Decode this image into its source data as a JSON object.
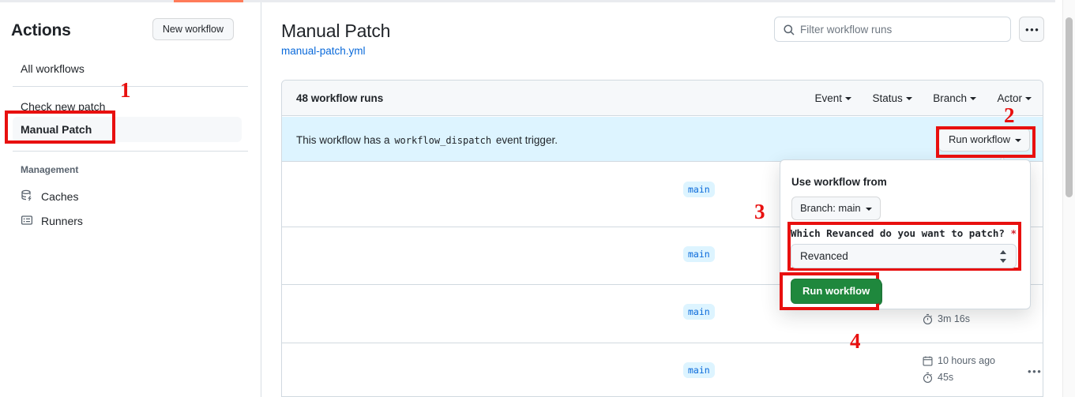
{
  "sidebar": {
    "title": "Actions",
    "new_workflow_label": "New workflow",
    "all_workflows_label": "All workflows",
    "workflows": [
      {
        "label": "Check new patch",
        "selected": false
      },
      {
        "label": "Manual Patch",
        "selected": true
      }
    ],
    "management_heading": "Management",
    "management_items": [
      {
        "label": "Caches",
        "icon": "cache-icon"
      },
      {
        "label": "Runners",
        "icon": "runners-icon"
      }
    ]
  },
  "main": {
    "page_title": "Manual Patch",
    "workflow_file": "manual-patch.yml",
    "search": {
      "placeholder": "Filter workflow runs",
      "value": "",
      "icon": "search-icon"
    },
    "kebab_label": "•••",
    "runs_card": {
      "count_label": "48 workflow runs",
      "filters": [
        {
          "label": "Event"
        },
        {
          "label": "Status"
        },
        {
          "label": "Branch"
        },
        {
          "label": "Actor"
        }
      ],
      "dispatch_banner": {
        "text_before": "This workflow has a",
        "code": "workflow_dispatch",
        "text_after": "event trigger.",
        "run_workflow_label": "Run workflow"
      },
      "rows": [
        {
          "branch": "main",
          "date": "",
          "duration": ""
        },
        {
          "branch": "main",
          "date": "",
          "duration": ""
        },
        {
          "branch": "main",
          "date": "",
          "duration": "3m 16s"
        },
        {
          "branch": "main",
          "date": "10 hours ago",
          "duration": "45s"
        }
      ]
    }
  },
  "popover": {
    "use_workflow_from_label": "Use workflow from",
    "branch_button_label": "Branch: main",
    "input_label": "Which Revanced do you want to patch?",
    "required_marker": "*",
    "select_value": "Revanced",
    "run_button_label": "Run workflow"
  },
  "annotations": [
    {
      "number": "1"
    },
    {
      "number": "2"
    },
    {
      "number": "3"
    },
    {
      "number": "4"
    }
  ],
  "colors": {
    "accent_blue": "#0969da",
    "annotation_red": "#e8100f",
    "success_green": "#1f883d",
    "banner_blue": "#ddf4ff",
    "progress_orange": "#ff7b59"
  }
}
